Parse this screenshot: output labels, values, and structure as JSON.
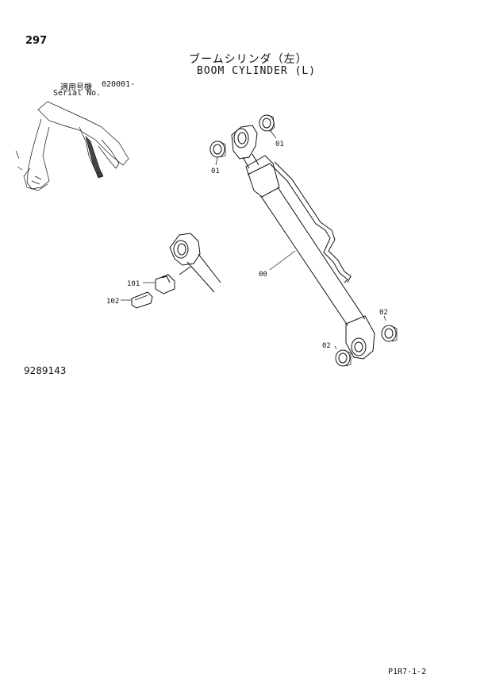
{
  "page": {
    "number": "297",
    "title_jp": "ブームシリンダ（左）",
    "title_en": "BOOM CYLINDER (L)",
    "serial_label_jp": "適用号機",
    "serial_range": "020001-",
    "serial_label_en": "Serial No.",
    "drawing_number": "9289143",
    "page_code": "P1R7-1-2"
  },
  "callouts": {
    "c01_top": "01",
    "c01_left": "01",
    "c00": "00",
    "c02_right": "02",
    "c02_left": "02",
    "c101": "101",
    "c102": "102"
  }
}
